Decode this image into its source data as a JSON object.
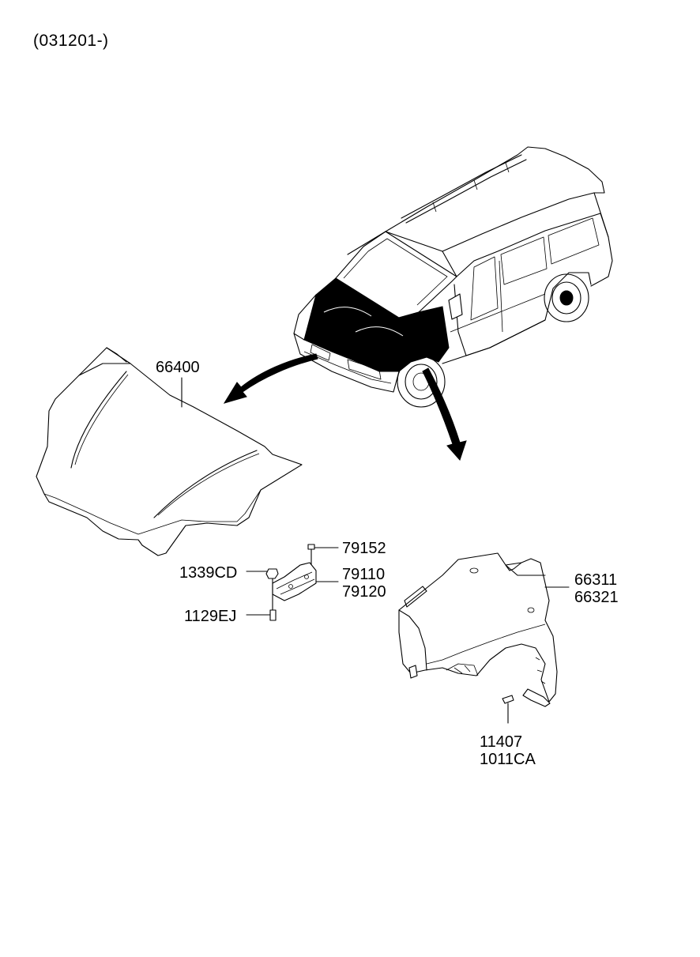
{
  "header": {
    "code": "(031201-)"
  },
  "parts": {
    "hood": "66400",
    "bolt_top": "79152",
    "hinge_lh": "79110",
    "hinge_rh": "79120",
    "nut": "1339CD",
    "bolt_lower": "1129EJ",
    "fender_lh": "66311",
    "fender_rh": "66321",
    "screw": "11407",
    "screw_alt": "1011CA"
  }
}
